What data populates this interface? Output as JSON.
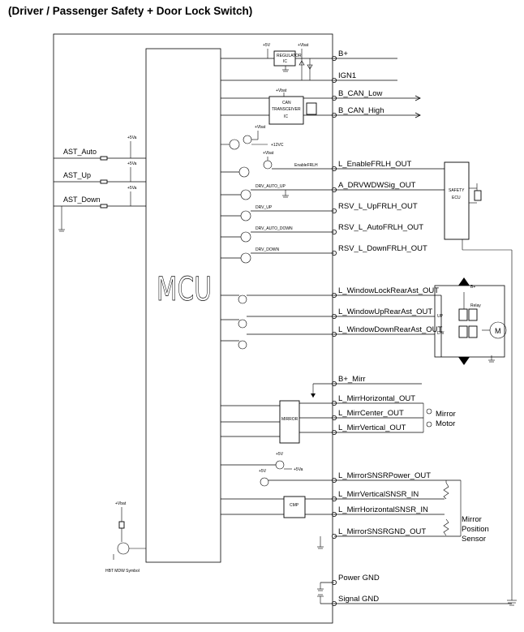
{
  "title": "(Driver / Passenger Safety + Door Lock Switch)",
  "mcu_label": "MCU",
  "inputs": [
    "AST_Auto",
    "AST_Up",
    "AST_Down"
  ],
  "supply_labels": {
    "v5va": "+5Va",
    "v5v": "+5V",
    "vbat": "+Vbat",
    "v12": "+12VC"
  },
  "ic_labels": {
    "regulator": "REGULATOR",
    "regulator_sub": "IC",
    "can": "CAN",
    "can_sub": "TRANSCEIVER",
    "can_ic": "IC",
    "cmp": "CMP",
    "cmp2": "MIRROR"
  },
  "internal_signals": [
    "EnableFRLH",
    "DRV_AUTO_UP",
    "DRV_UP",
    "DRV_AUTO_DOWN",
    "DRV_DOWN"
  ],
  "pins": [
    "B+",
    "IGN1",
    "B_CAN_Low",
    "B_CAN_High",
    "L_EnableFRLH_OUT",
    "A_DRVWDWSig_OUT",
    "RSV_L_UpFRLH_OUT",
    "RSV_L_AutoFRLH_OUT",
    "RSV_L_DownFRLH_OUT",
    "L_WindowLockRearAst_OUT",
    "L_WindowUpRearAst_OUT",
    "L_WindowDownRearAst_OUT",
    "B+_Mirr",
    "L_MirrHorizontal_OUT",
    "L_MirrCenter_OUT",
    "L_MirrVertical_OUT",
    "L_MirrorSNSRPower_OUT",
    "L_MirrVerticalSNSR_IN",
    "L_MirrHorizontalSNSR_IN",
    "L_MirrorSNSRGND_OUT",
    "Power GND",
    "Signal GND"
  ],
  "external": {
    "safety_ecu": "SAFETY",
    "safety_ecu_sub": "ECU",
    "relay_bplus": "B+",
    "relay": "Relay",
    "relay_up": "UP",
    "relay_dw": "DW",
    "motor_symbol": "M",
    "mirror_motor": [
      "Mirror",
      "Motor"
    ],
    "mirror_sensor": [
      "Mirror",
      "Position",
      "Sensor"
    ]
  },
  "hbt_label": "HBT MDW Symbol",
  "vbat_bottom": "+Vbat"
}
